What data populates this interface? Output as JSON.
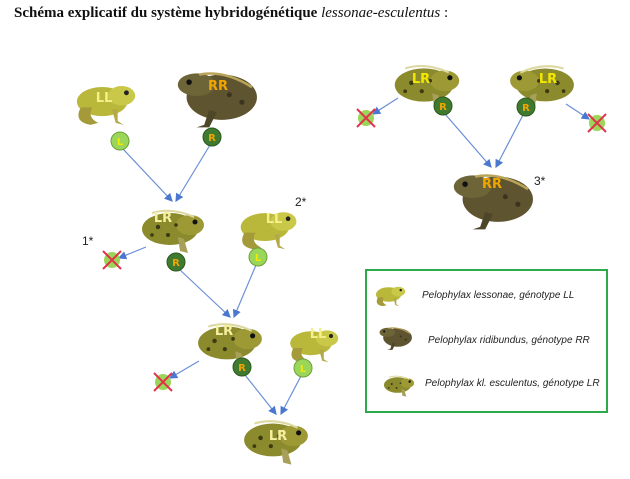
{
  "title": {
    "bold": "Schéma explicatif du système hybridogénétique",
    "italic": "lessonae-esculentus",
    "suffix": " :"
  },
  "frogs": {
    "left_parent_ll": "LL",
    "left_parent_rr": "RR",
    "hybrid_1": "LR",
    "parent_ll_2": "LL",
    "hybrid_2": "LR",
    "parent_ll_3": "LL",
    "hybrid_3": "LR",
    "right_hybrid_a": "LR",
    "right_hybrid_b": "LR",
    "right_offspring_rr": "RR"
  },
  "gametes": {
    "L": "L",
    "R": "R"
  },
  "notes": {
    "n1": "1*",
    "n2": "2*",
    "n3": "3*"
  },
  "legend": [
    {
      "label": "Pelophylax lessonae, génotype LL"
    },
    {
      "label": "Pelophylax ridibundus, génotype RR"
    },
    {
      "label": "Pelophylax kl. esculentus, génotype LR"
    }
  ],
  "colors": {
    "legend_border": "#2eaa4a",
    "gamete_L": "#9ad65a",
    "gamete_R": "#3f7a2e",
    "label_L": "#f3e800",
    "label_R": "#f0a500",
    "arrow": "#6b8fd6",
    "cross": "#e0334a"
  }
}
